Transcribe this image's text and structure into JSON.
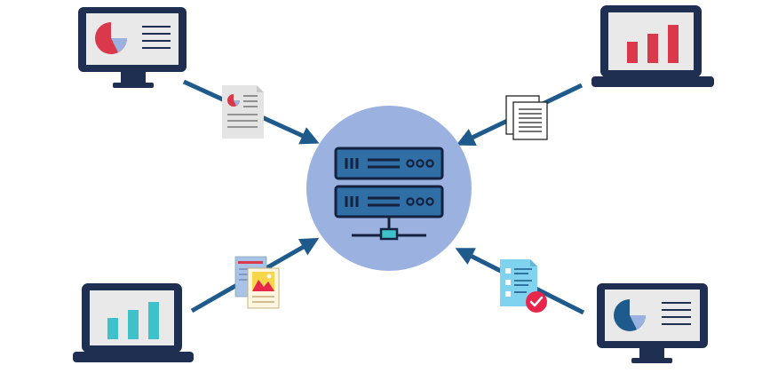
{
  "colors": {
    "device_frame": "#1f2f52",
    "screen": "#e9e9e9",
    "chart_red": "#d9394b",
    "chart_teal": "#3ec1c9",
    "pie_blue": "#1f5a8c",
    "pie_light": "#9bb2e0",
    "arrow": "#1f5a8c",
    "server_circle": "#9bb2e0",
    "server_body": "#2f6fa6",
    "server_outline": "#15223f",
    "connector": "#3ec1c9",
    "check_badge": "#e8264b",
    "checklist_paper": "#7fd3ee"
  },
  "nodes": [
    {
      "id": "top-left",
      "device": "monitor",
      "chart": "pie",
      "icon": "pie-chart-icon"
    },
    {
      "id": "top-right",
      "device": "laptop",
      "chart": "bar",
      "icon": "bar-chart-icon"
    },
    {
      "id": "bottom-left",
      "device": "laptop",
      "chart": "bar",
      "icon": "bar-chart-icon"
    },
    {
      "id": "bottom-right",
      "device": "monitor",
      "chart": "pie",
      "icon": "pie-chart-icon"
    }
  ],
  "documents": [
    {
      "id": "report",
      "icon": "report-document-icon"
    },
    {
      "id": "pages",
      "icon": "stacked-pages-icon"
    },
    {
      "id": "images",
      "icon": "image-documents-icon"
    },
    {
      "id": "checklist",
      "icon": "checklist-approved-icon"
    }
  ],
  "server": {
    "icon": "server-icon",
    "units": 2
  }
}
